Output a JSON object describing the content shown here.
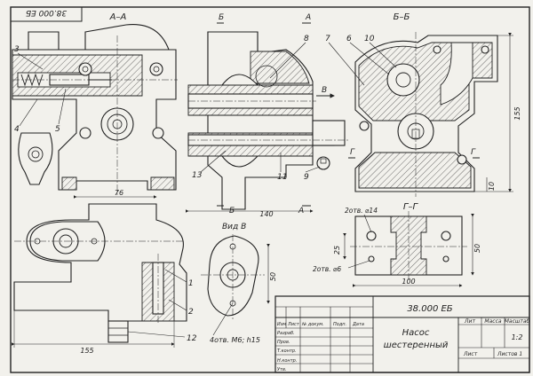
{
  "corner_code": "38.000 ЕБ",
  "views": {
    "section_a": "А–А",
    "section_b": "Б–Б",
    "section_g": "Г–Г",
    "view_v": "Вид В",
    "cut_a": "А",
    "cut_b": "Б",
    "cut_g": "Г",
    "arrow_v": "В"
  },
  "dimensions": {
    "d76": "76",
    "d140": "140",
    "d155v": "155",
    "d10": "10",
    "d155h": "155",
    "d100": "100",
    "d50g": "50",
    "d25": "25",
    "d50v": "50"
  },
  "callouts": {
    "c1": "1",
    "c2": "2",
    "c3": "3",
    "c4": "4",
    "c5": "5",
    "c6": "6",
    "c7": "7",
    "c8": "8",
    "c9": "9",
    "c10": "10",
    "c11": "11",
    "c12": "12",
    "c13": "13"
  },
  "notes": {
    "holes_14": "2отв. ⌀14",
    "holes_6": "2отв. ⌀6",
    "threads": "4отв. М6; h15"
  },
  "title_block": {
    "doc_code": "38.000 ЕБ",
    "title_line1": "Насос",
    "title_line2": "шестеренный",
    "col_lit": "Лит",
    "col_mass": "Масса",
    "col_scale": "Масштаб",
    "scale": "1:2",
    "sheet": "Лист",
    "sheets": "Листов 1",
    "hdr_izm": "Изм",
    "hdr_list": "Лист",
    "hdr_ndoc": "№ докум.",
    "hdr_sign": "Подп.",
    "hdr_date": "Дата",
    "row_razrab": "Разраб.",
    "row_prov": "Пров.",
    "row_tkontr": "Т.контр.",
    "row_nkontr": "Н.контр.",
    "row_utv": "Утв."
  }
}
